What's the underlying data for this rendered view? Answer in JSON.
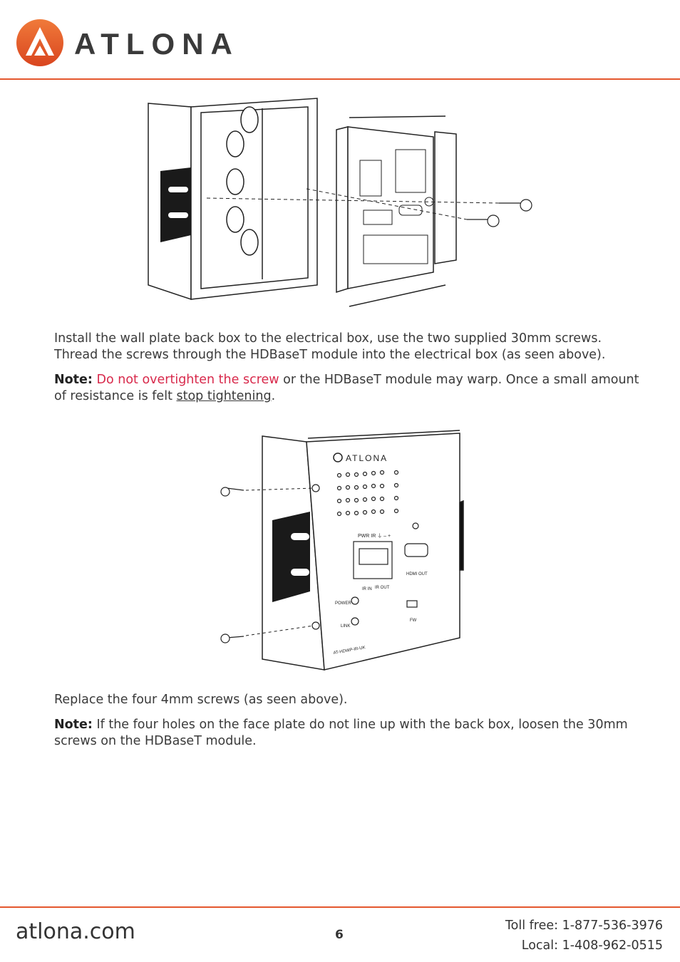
{
  "header": {
    "logo_text": "ATLONA"
  },
  "figure1": {
    "name": "wall box installation diagram"
  },
  "figure2": {
    "brand": "ATLONA",
    "labels": {
      "terminal": "PWR IR ⏚ – +",
      "hdmi_out": "HDMI OUT",
      "ir_in": "IR IN",
      "ir_out": "IR OUT",
      "power": "POWER",
      "link": "LINK",
      "fw": "FW",
      "model": "AT-HDWP-IR-UK"
    }
  },
  "content": {
    "p1": "Install the wall plate back box to the electrical box, use the two supplied 30mm screws. Thread the screws through the HDBaseT module into the electrical box (as seen above).",
    "note1": {
      "label": "Note:",
      "warning": "Do not overtighten the screw",
      "middle": " or the HDBaseT module may warp. Once a small amount of resistance is felt ",
      "underlined": "stop tightening",
      "end": "."
    },
    "p3": "Replace the four 4mm screws (as seen above).",
    "note2": {
      "label": "Note:",
      "text": " If the four holes on the face plate do not line up with the back box, loosen the 30mm screws on the HDBaseT module."
    }
  },
  "footer": {
    "site": "atlona.com",
    "page": "6",
    "toll_free": "Toll free: 1-877-536-3976",
    "local": "Local: 1-408-962-0515"
  },
  "colors": {
    "accent": "#e4572e",
    "warning": "#d8294b"
  }
}
